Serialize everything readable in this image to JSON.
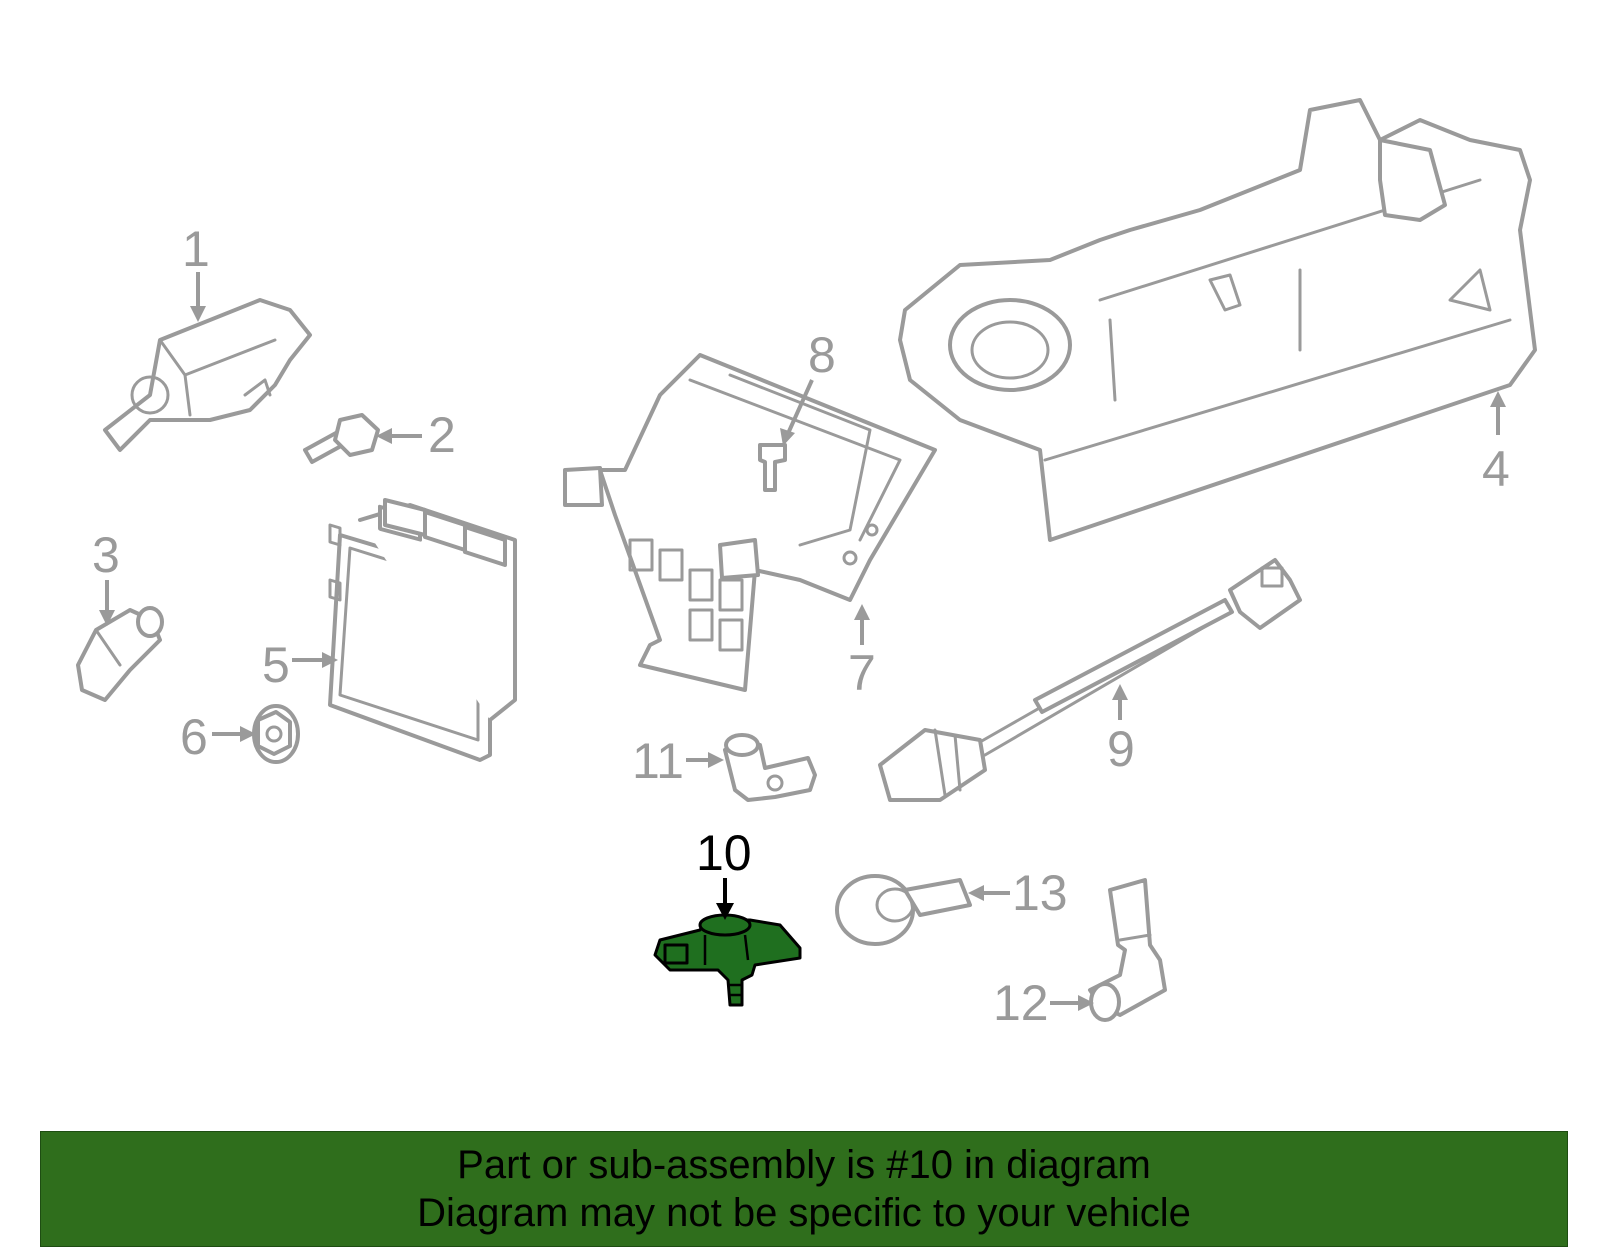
{
  "diagram": {
    "highlight_color": "#2f6e1c",
    "callouts": [
      {
        "id": "1",
        "label": "1"
      },
      {
        "id": "2",
        "label": "2"
      },
      {
        "id": "3",
        "label": "3"
      },
      {
        "id": "4",
        "label": "4"
      },
      {
        "id": "5",
        "label": "5"
      },
      {
        "id": "6",
        "label": "6"
      },
      {
        "id": "7",
        "label": "7"
      },
      {
        "id": "8",
        "label": "8"
      },
      {
        "id": "9",
        "label": "9"
      },
      {
        "id": "10",
        "label": "10",
        "highlighted": true
      },
      {
        "id": "11",
        "label": "11"
      },
      {
        "id": "12",
        "label": "12"
      },
      {
        "id": "13",
        "label": "13"
      }
    ]
  },
  "banner": {
    "line1": "Part or sub-assembly is #10 in diagram",
    "line2": "Diagram may not be specific to your vehicle",
    "background": "#2f6e1c"
  }
}
